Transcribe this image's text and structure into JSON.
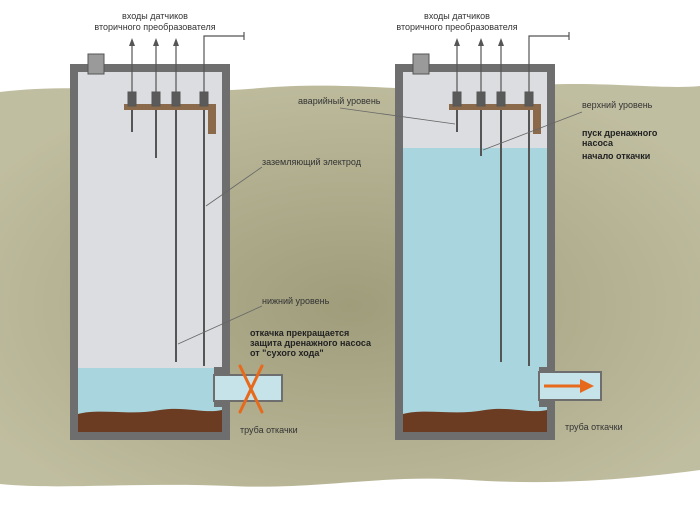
{
  "colors": {
    "soil": "#b5b28f",
    "soil_dark": "#8e8b63",
    "wall": "#6e6e6e",
    "tank_inside": "#dcdde0",
    "water": "#a9d5de",
    "sludge": "#6b3b22",
    "bracket": "#8a6a4a",
    "pump_arrow": "#e76a1c",
    "stop_cross": "#e76a1c",
    "label_line": "#666666"
  },
  "left_tank": {
    "inputs_label": [
      "входы датчиков",
      "вторичного преобразователя"
    ],
    "ground_electrode_label": "заземляющий электрод",
    "low_level_label": "нижний уровень",
    "stop_note": [
      "откачка прекращается",
      "защита дренажного насоса",
      "от \"сухого хода\""
    ],
    "pipe_label": "труба откачки",
    "pump_state": "stopped",
    "water_fill": 0.09
  },
  "right_tank": {
    "inputs_label": [
      "входы датчиков",
      "вторичного преобразователя"
    ],
    "emergency_level_label": "аварийный уровень",
    "upper_level_label": "верхний уровень",
    "start_note": [
      "пуск дренажного",
      "насоса",
      "начало откачки"
    ],
    "pipe_label": "труба откачки",
    "pump_state": "pumping",
    "water_fill": 0.83
  }
}
